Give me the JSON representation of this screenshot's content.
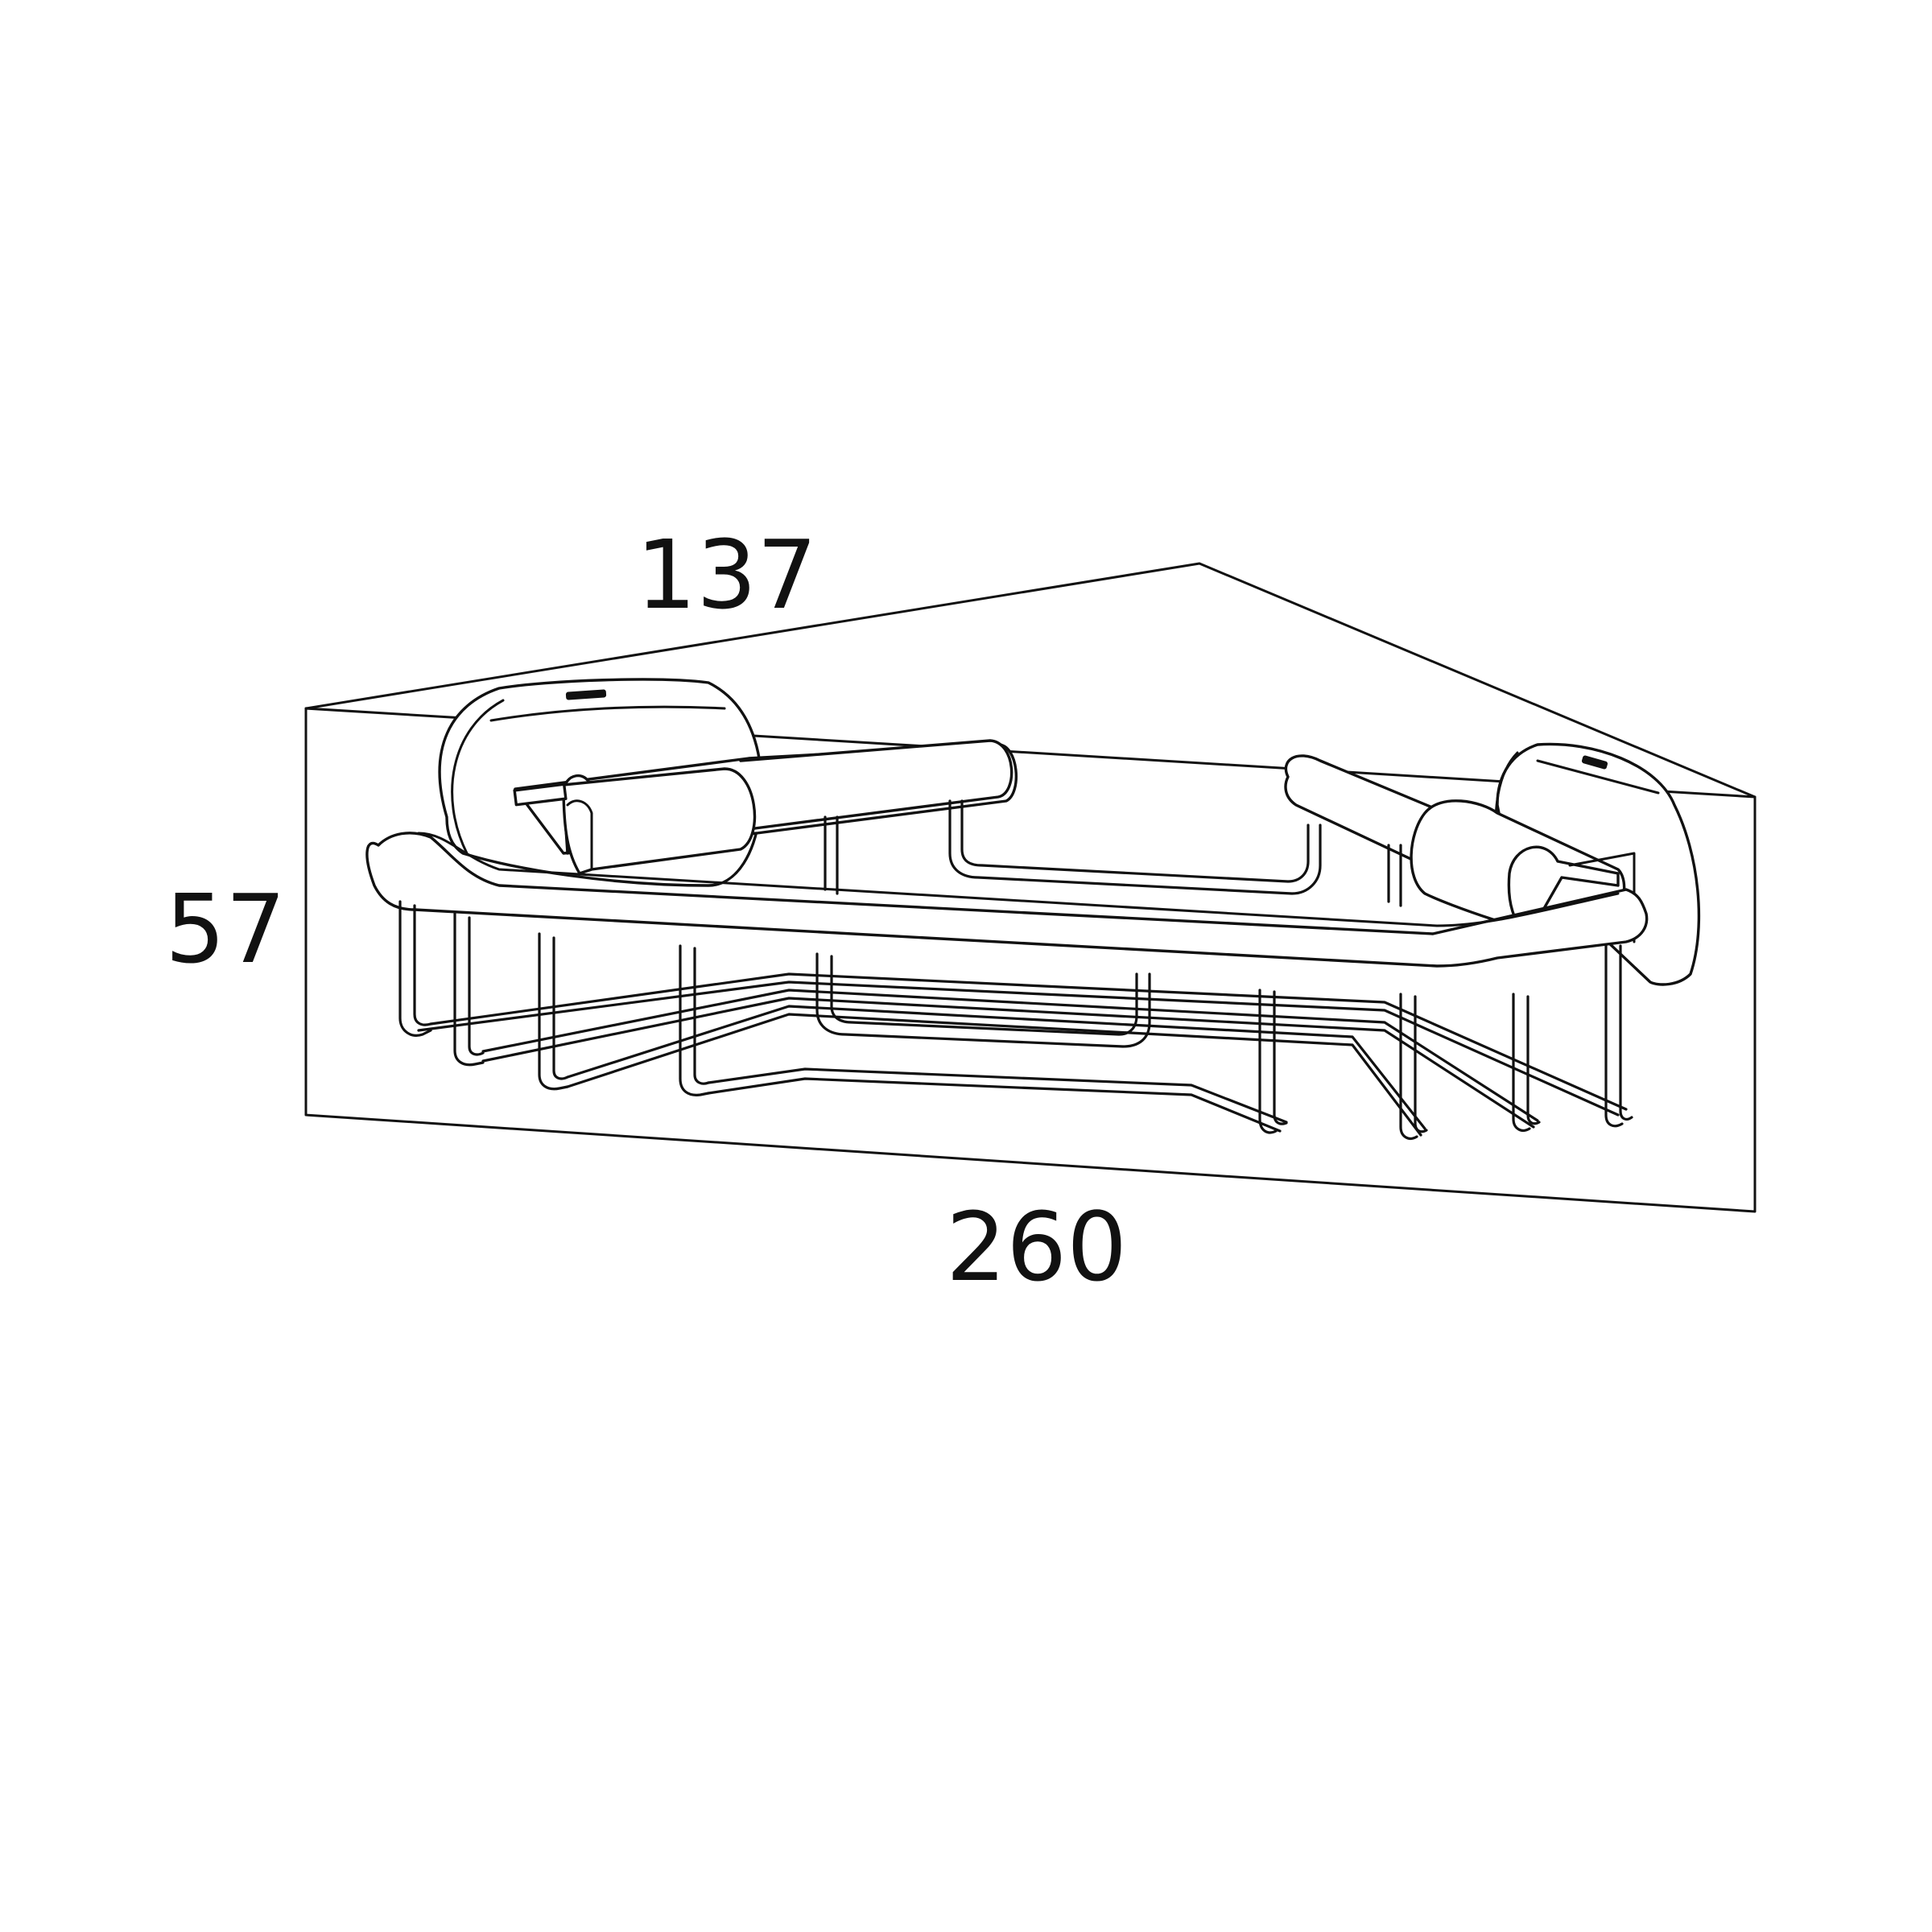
{
  "dimensions": {
    "depth": "137",
    "height": "57",
    "width": "260"
  },
  "colors": {
    "line": "#111111",
    "background": "#ffffff"
  }
}
